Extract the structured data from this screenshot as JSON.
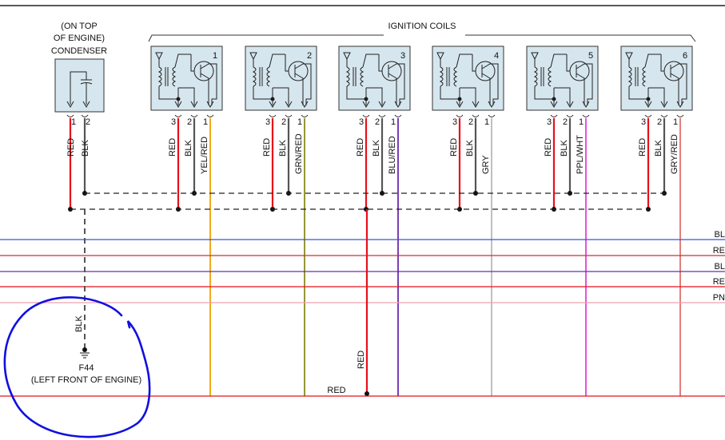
{
  "title": "IGNITION COILS",
  "condenser": {
    "location_line1": "(ON TOP",
    "location_line2": "OF ENGINE)",
    "name": "CONDENSER",
    "pins": [
      {
        "num": "1",
        "wire": "RED",
        "color": "#e8101a"
      },
      {
        "num": "2",
        "wire": "BLK",
        "color": "#555555"
      }
    ]
  },
  "coils": [
    {
      "num": "1",
      "pins": [
        {
          "num": "3",
          "wire": "RED",
          "color": "#e8101a"
        },
        {
          "num": "2",
          "wire": "BLK",
          "color": "#555555"
        },
        {
          "num": "1",
          "wire": "YEL/RED",
          "color": "#f0a000"
        }
      ]
    },
    {
      "num": "2",
      "pins": [
        {
          "num": "3",
          "wire": "RED",
          "color": "#e8101a"
        },
        {
          "num": "2",
          "wire": "BLK",
          "color": "#555555"
        },
        {
          "num": "1",
          "wire": "GRN/RED",
          "color": "#8a8a20"
        }
      ]
    },
    {
      "num": "3",
      "pins": [
        {
          "num": "3",
          "wire": "RED",
          "color": "#e8101a"
        },
        {
          "num": "2",
          "wire": "BLK",
          "color": "#555555"
        },
        {
          "num": "1",
          "wire": "BLU/RED",
          "color": "#6a2ab0"
        }
      ]
    },
    {
      "num": "4",
      "pins": [
        {
          "num": "3",
          "wire": "RED",
          "color": "#e8101a"
        },
        {
          "num": "2",
          "wire": "BLK",
          "color": "#555555"
        },
        {
          "num": "1",
          "wire": "GRY",
          "color": "#b8b8b8"
        }
      ]
    },
    {
      "num": "5",
      "pins": [
        {
          "num": "3",
          "wire": "RED",
          "color": "#e8101a"
        },
        {
          "num": "2",
          "wire": "BLK",
          "color": "#555555"
        },
        {
          "num": "1",
          "wire": "PPL/WHT",
          "color": "#e040e0"
        }
      ]
    },
    {
      "num": "6",
      "pins": [
        {
          "num": "3",
          "wire": "RED",
          "color": "#e8101a"
        },
        {
          "num": "2",
          "wire": "BLK",
          "color": "#555555"
        },
        {
          "num": "1",
          "wire": "GRY/RED",
          "color": "#e07070"
        }
      ]
    }
  ],
  "bus_wires": [
    {
      "label": "BL",
      "color": "#3355dd"
    },
    {
      "label": "RE",
      "color": "#cc3030"
    },
    {
      "label": "BL",
      "color": "#6a2ab0"
    },
    {
      "label": "RE",
      "color": "#e8101a"
    },
    {
      "label": "PN",
      "color": "#f0a0b0"
    }
  ],
  "ground": {
    "wire": "BLK",
    "id": "F44",
    "location": "(LEFT FRONT OF ENGINE)"
  },
  "feed": {
    "wire_vertical": "RED",
    "wire_bottom": "RED",
    "bottom_color": "#e8101a"
  },
  "highlight_color": "#1010e0"
}
